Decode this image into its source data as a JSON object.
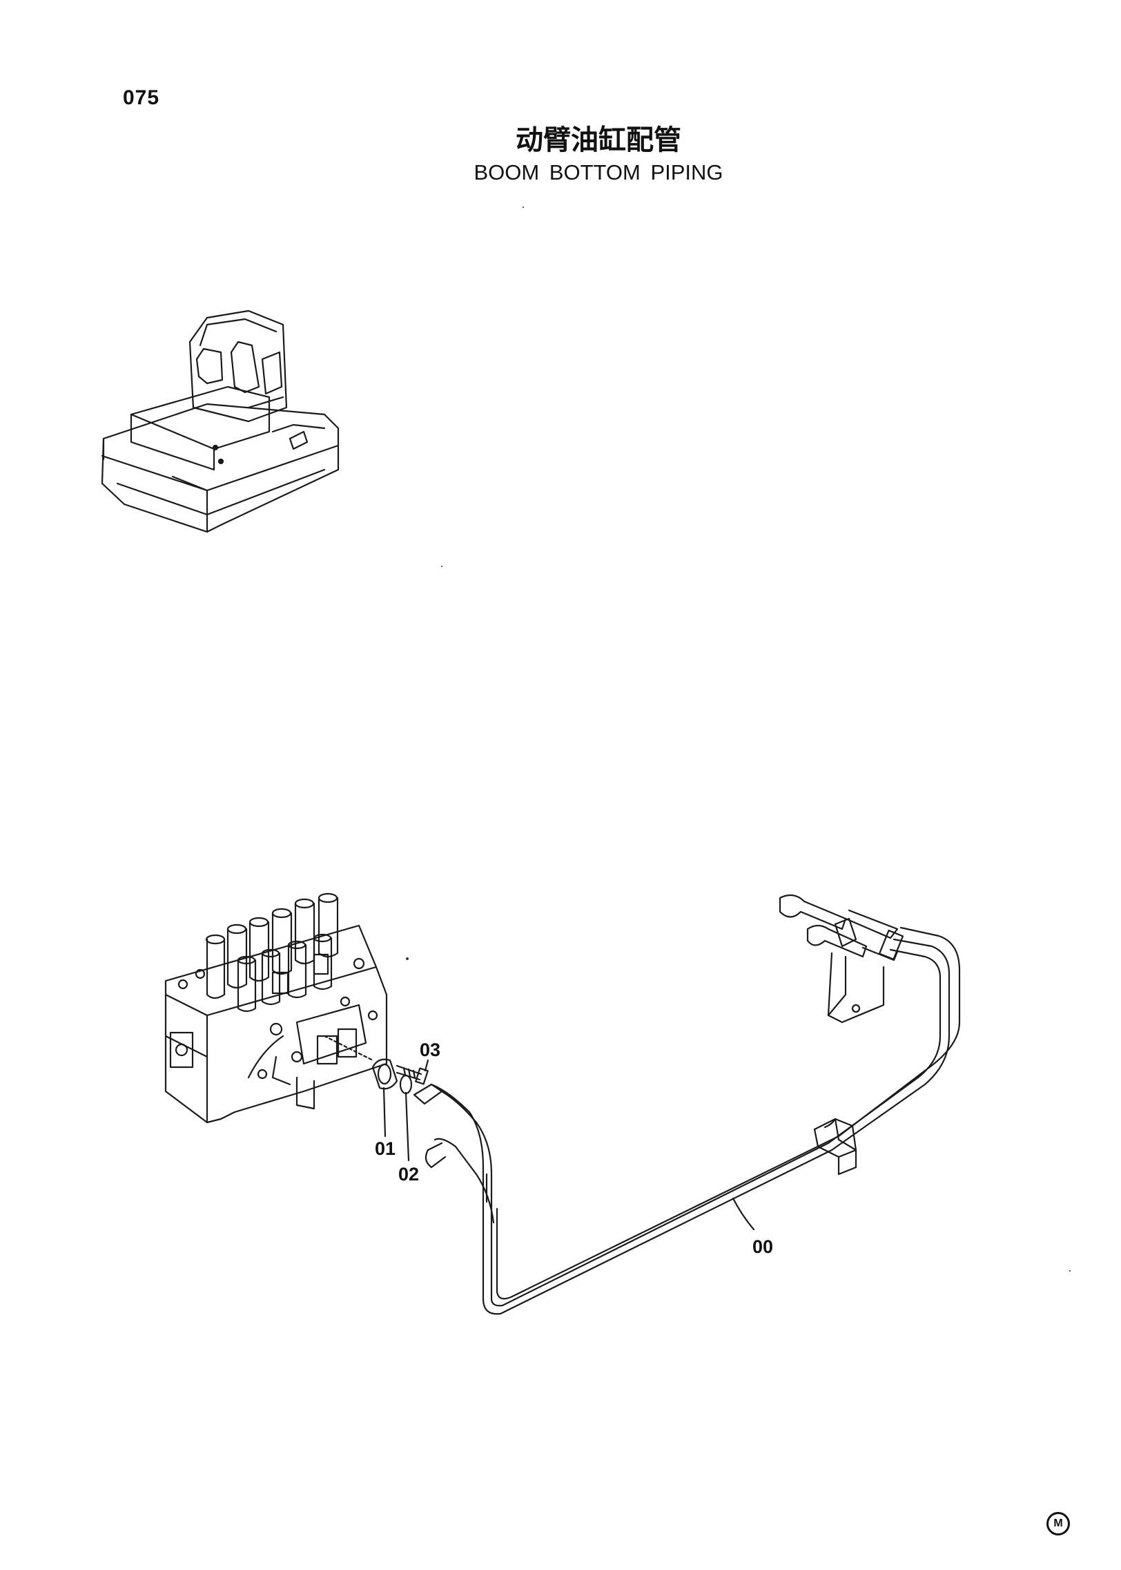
{
  "header": {
    "page_number": "075",
    "title_cn": "动臂油缸配管",
    "title_en": "BOOM BOTTOM PIPING"
  },
  "callouts": {
    "c00": "00",
    "c01": "01",
    "c02": "02",
    "c03": "03"
  },
  "footer": {
    "mark": "M"
  }
}
